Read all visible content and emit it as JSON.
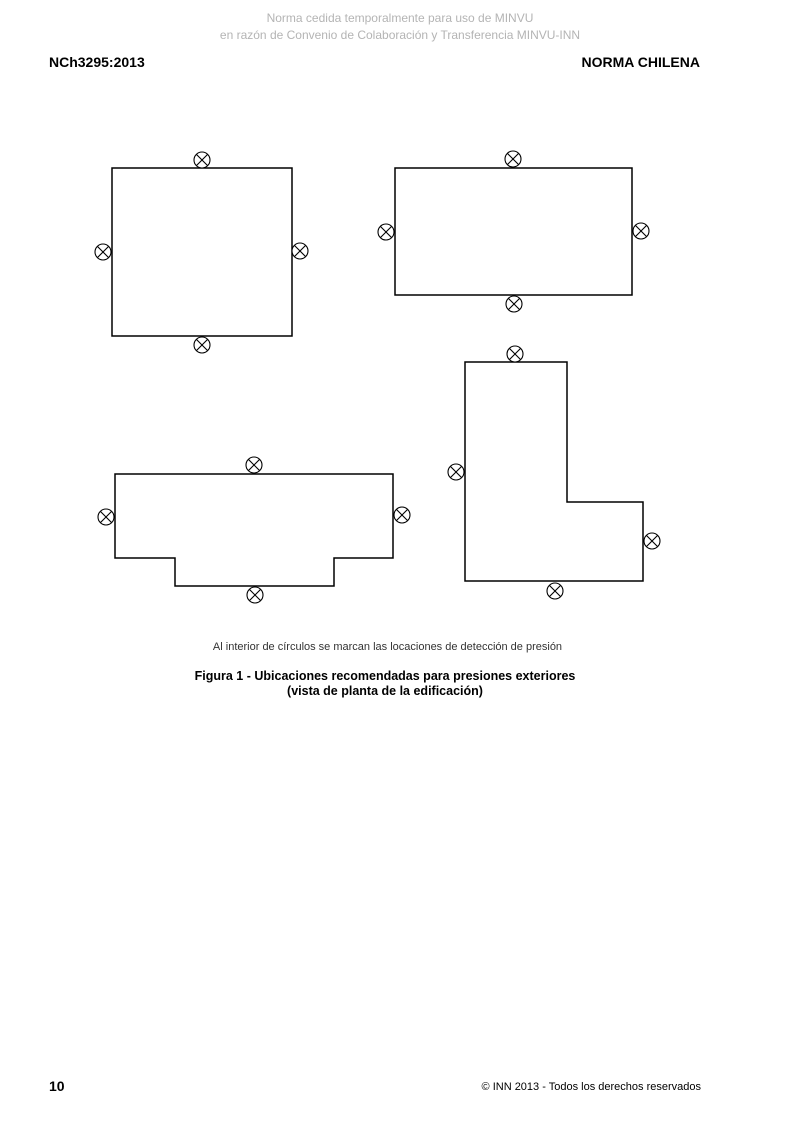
{
  "watermark": {
    "line1": "Norma cedida temporalmente para uso de MINVU",
    "line2": "en razón de Convenio de Colaboración y Transferencia MINVU-INN"
  },
  "header": {
    "doc_code": "NCh3295:2013",
    "title": "NORMA CHILENA"
  },
  "figure": {
    "note": "Al interior de círculos se marcan las locaciones de detección de presión",
    "caption_line1": "Figura 1 - Ubicaciones recomendadas para presiones exteriores",
    "caption_line2": "(vista de planta de la edificación)"
  },
  "footer": {
    "page_number": "10",
    "copyright": "© INN 2013 - Todos los derechos reservados"
  }
}
